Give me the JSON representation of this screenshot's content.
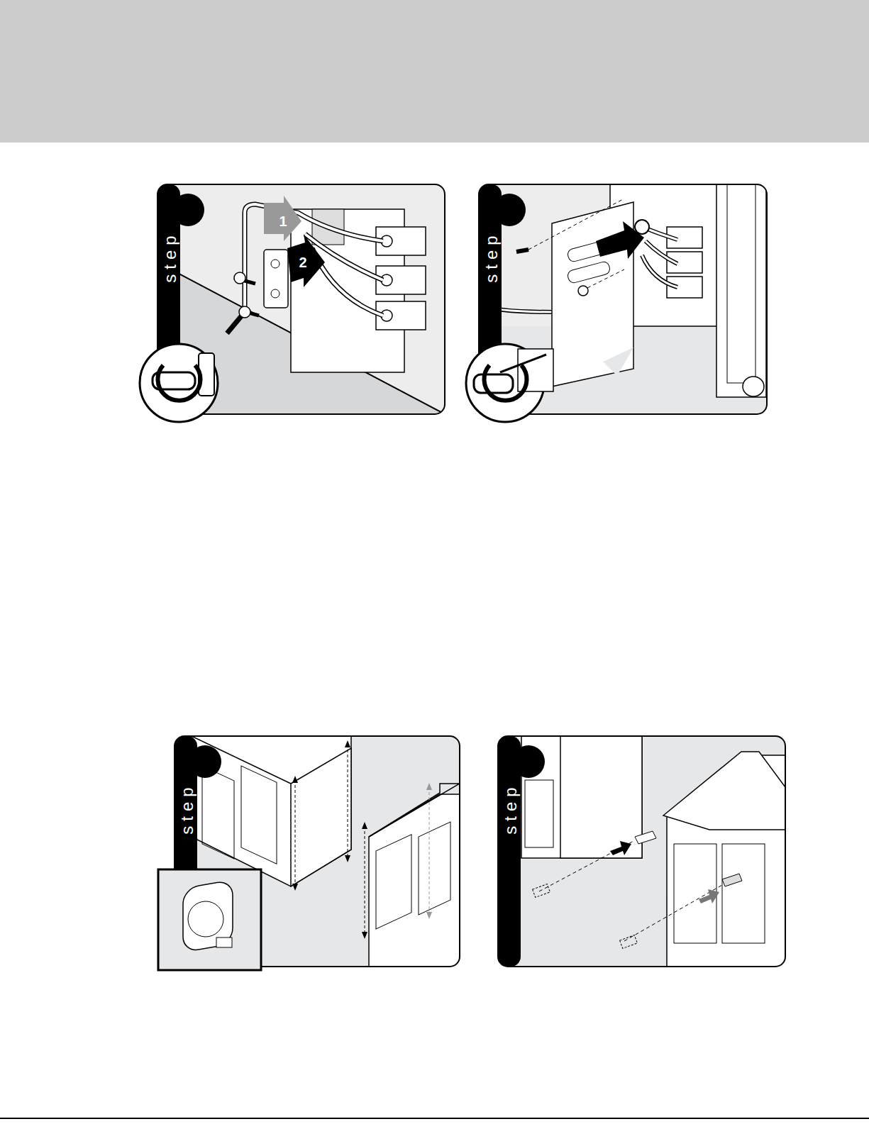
{
  "diagram": {
    "labels": [
      "step",
      "1",
      "2",
      "step",
      "step",
      "step"
    ]
  }
}
